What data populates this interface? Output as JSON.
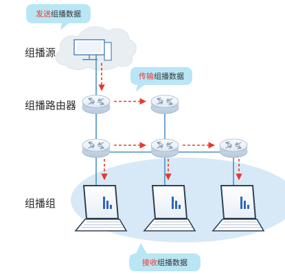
{
  "labels": {
    "source": "组播源",
    "routers": "组播路由器",
    "group": "组播组"
  },
  "callouts": {
    "send_hl": "发送",
    "send_rest": "组播数据",
    "transmit_hl": "传输",
    "transmit_rest": "组播数据",
    "receive_hl": "接收",
    "receive_rest": "组播数据"
  },
  "colors": {
    "accent_red": "#e8382f",
    "bubble": "#b8e6f5",
    "ellipse": "#d7e9f6",
    "cloud": "#e9eef3",
    "link": "#4a90c8"
  },
  "icons": [
    "cloud-icon",
    "computer-icon",
    "router-icon",
    "laptop-icon"
  ]
}
